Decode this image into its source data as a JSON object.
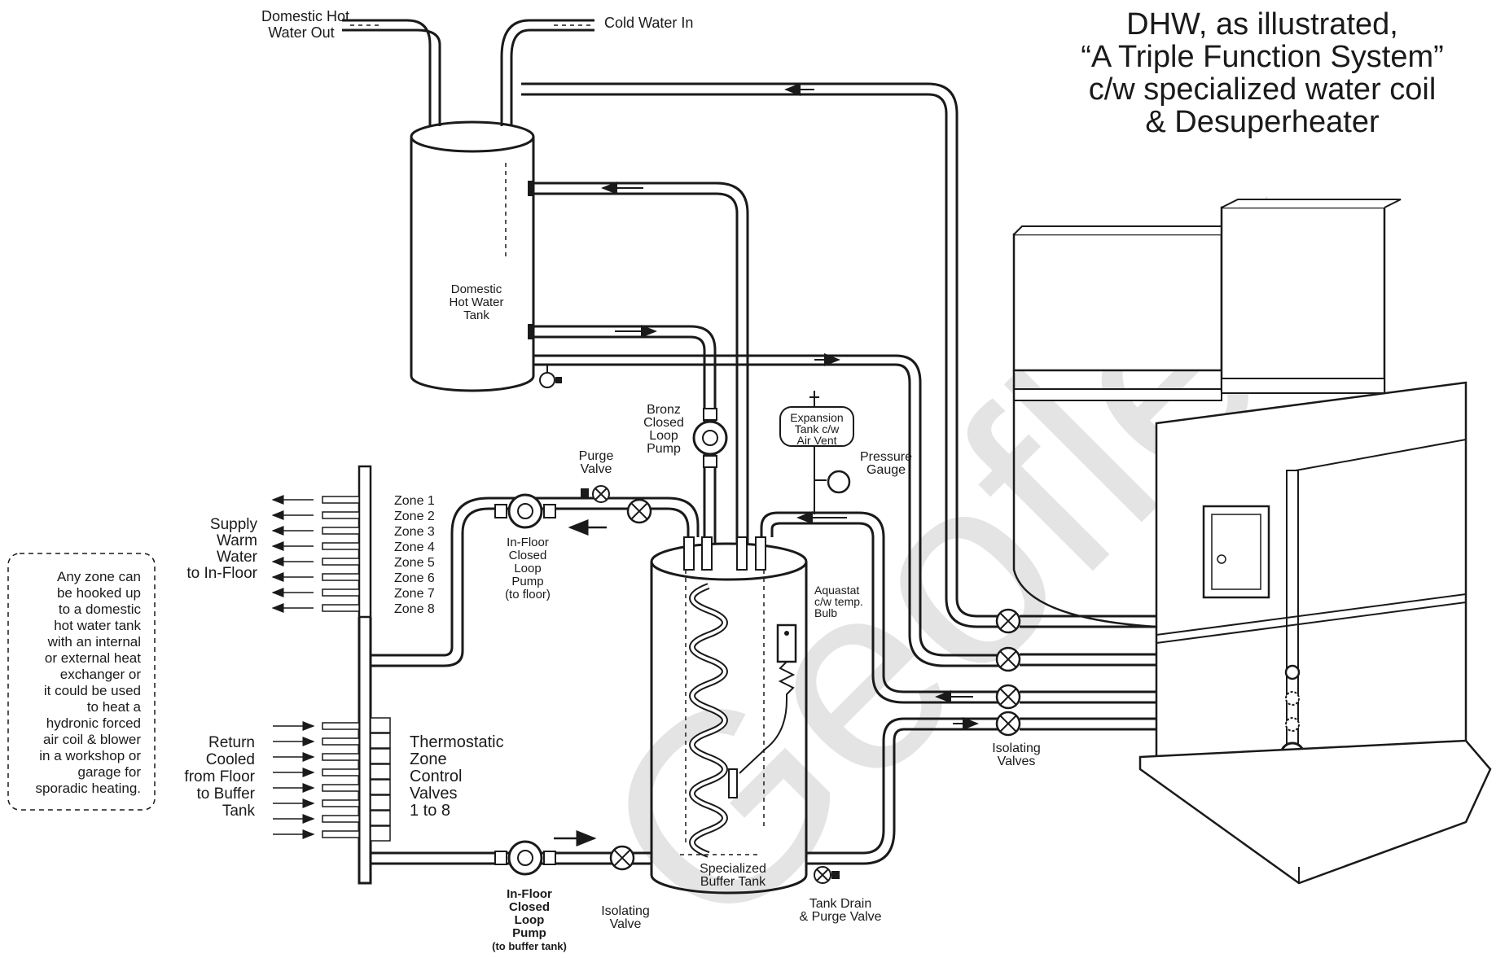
{
  "title": {
    "line1": "DHW, as illustrated,",
    "line2": "“A Triple Function System”",
    "line3": "c/w specialized water coil",
    "line4": "& Desuperheater"
  },
  "watermark": "Geoflex",
  "labels": {
    "dhw_out": [
      "Domestic Hot",
      "Water Out"
    ],
    "cold_in": "Cold Water In",
    "dhw_tank": [
      "Domestic",
      "Hot Water",
      "Tank"
    ],
    "bronz_pump": [
      "Bronz",
      "Closed",
      "Loop",
      "Pump"
    ],
    "expansion_tank": [
      "Expansion",
      "Tank c/w",
      "Air Vent"
    ],
    "pressure_gauge": [
      "Pressure",
      "Gauge"
    ],
    "purge_valve": [
      "Purge",
      "Valve"
    ],
    "infloor_pump_top": [
      "In-Floor",
      "Closed",
      "Loop",
      "Pump",
      "(to floor)"
    ],
    "aquastat": [
      "Aquastat",
      "c/w temp.",
      "Bulb"
    ],
    "buffer_tank": [
      "Specialized",
      "Buffer Tank"
    ],
    "isolating_valves": [
      "Isolating",
      "Valves"
    ],
    "tank_drain": [
      "Tank Drain",
      "& Purge Valve"
    ],
    "isolating_valve": [
      "Isolating",
      "Valve"
    ],
    "infloor_pump_bottom": [
      "In-Floor",
      "Closed",
      "Loop",
      "Pump",
      "(to buffer tank)"
    ],
    "thermostatic": [
      "Thermostatic",
      "Zone",
      "Control",
      "Valves",
      "1 to 8"
    ],
    "supply": [
      "Supply",
      "Warm",
      "Water",
      "to In-Floor"
    ],
    "return": [
      "Return",
      "Cooled",
      "from Floor",
      "to Buffer",
      "Tank"
    ],
    "zones": [
      "Zone 1",
      "Zone 2",
      "Zone 3",
      "Zone 4",
      "Zone 5",
      "Zone 6",
      "Zone 7",
      "Zone 8"
    ],
    "note": [
      "Any zone can",
      "be hooked up",
      "to a domestic",
      "hot water tank",
      "with an internal",
      "or external heat",
      "exchanger or",
      "it could be used",
      "to heat a",
      "hydronic forced",
      "air coil & blower",
      "in a workshop or",
      "garage for",
      "sporadic heating."
    ]
  },
  "colors": {
    "ink": "#1a1a1a",
    "watermark": "#cfcfcf"
  }
}
